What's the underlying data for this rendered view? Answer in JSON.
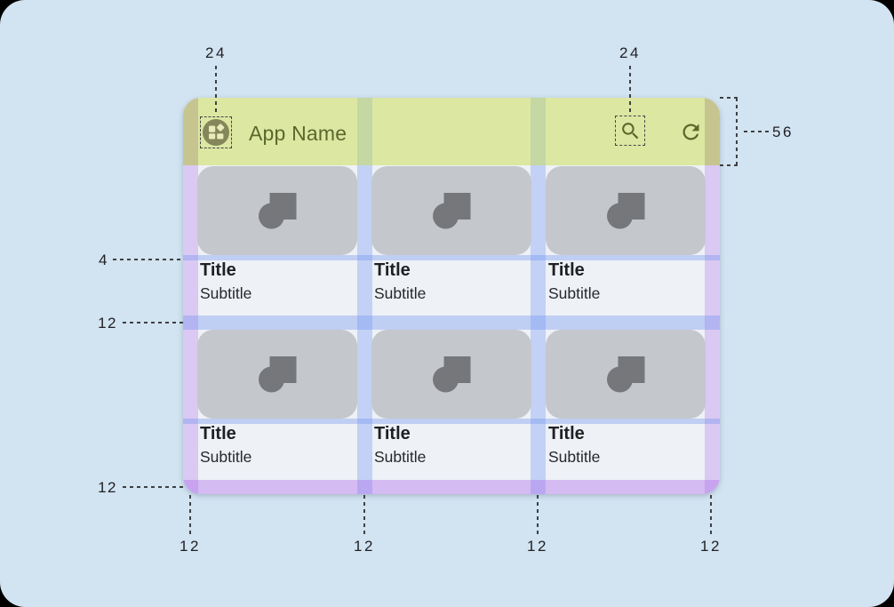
{
  "app_window": {
    "appbar": {
      "title": "App Name",
      "leading_icon": "app-logo-icon",
      "action_icons": [
        "search-icon",
        "refresh-icon"
      ]
    },
    "cards": [
      {
        "title": "Title",
        "subtitle": "Subtitle",
        "image_icon": "image-placeholder-icon"
      },
      {
        "title": "Title",
        "subtitle": "Subtitle",
        "image_icon": "image-placeholder-icon"
      },
      {
        "title": "Title",
        "subtitle": "Subtitle",
        "image_icon": "image-placeholder-icon"
      },
      {
        "title": "Title",
        "subtitle": "Subtitle",
        "image_icon": "image-placeholder-icon"
      },
      {
        "title": "Title",
        "subtitle": "Subtitle",
        "image_icon": "image-placeholder-icon"
      },
      {
        "title": "Title",
        "subtitle": "Subtitle",
        "image_icon": "image-placeholder-icon"
      }
    ]
  },
  "annotations": {
    "top_left_icon_size": "24",
    "top_right_icon_size": "24",
    "appbar_height": "56",
    "image_to_title_gap": "4",
    "row_spacing": "12",
    "bottom_margin": "12",
    "bottom_column_labels": [
      "12",
      "12",
      "12",
      "12"
    ]
  },
  "colors": {
    "canvas_background": "#d2e3f1",
    "appbar_green": "#dce7a2",
    "appbar_foreground_olive": "#5b682c",
    "margin_overlay_purple": "#d9c9f3",
    "gutter_overlay_blue": "#c2d1f5",
    "spacing_band_blue": "#bccdf3",
    "bottom_margin_purple": "#d5bef2",
    "card_image_gray": "#c4c7cc",
    "glyph_gray": "#75777b",
    "text_dark": "#1f2022"
  }
}
